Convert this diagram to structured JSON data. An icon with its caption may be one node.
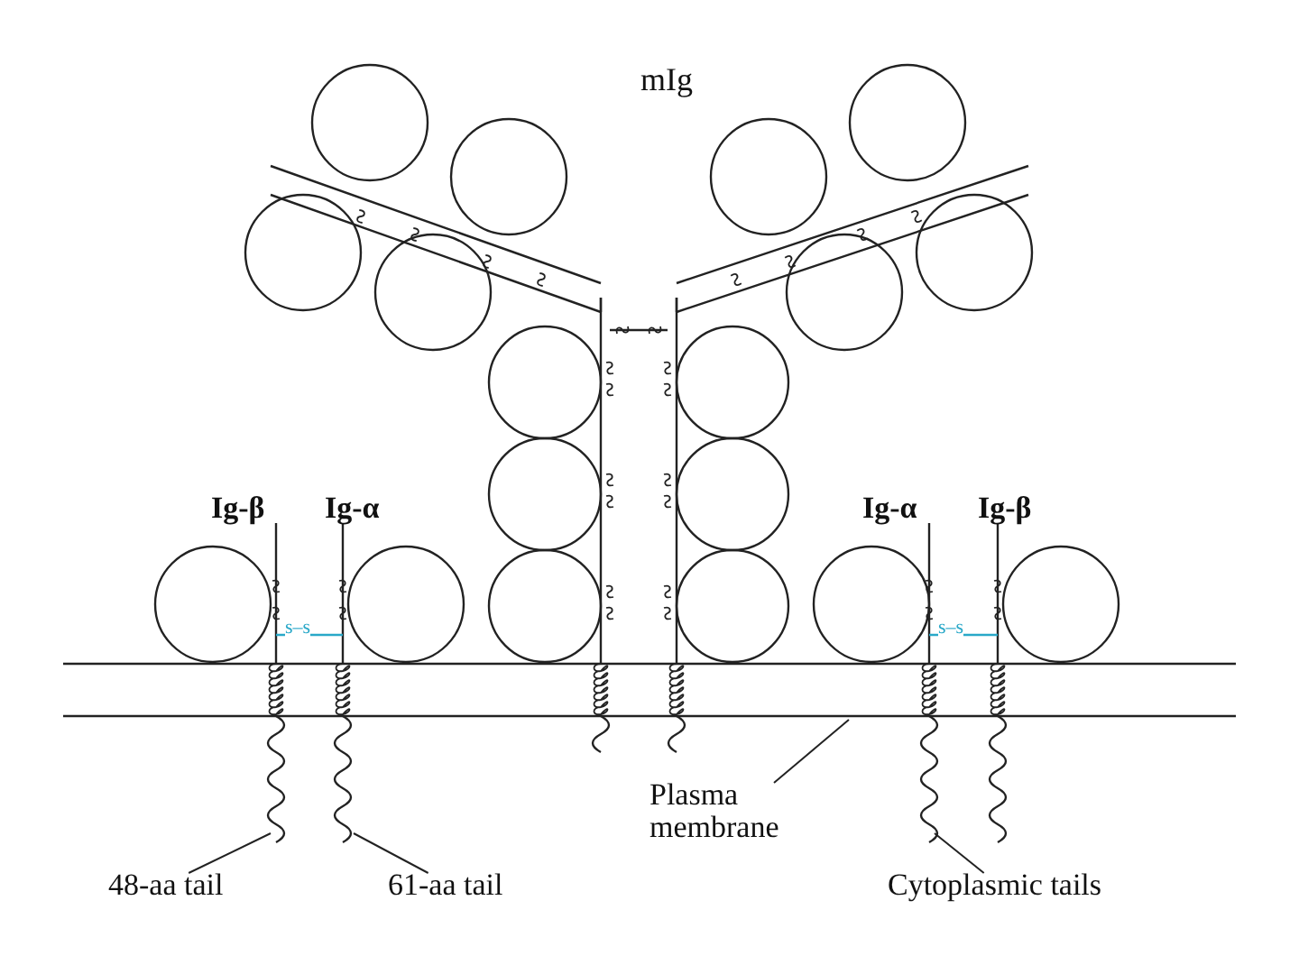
{
  "diagram": {
    "nodes": [
      {
        "text": [
          "Plasma membrane"
        ]
      },
      {
        "text": [],
        "shape": "bar"
      },
      {
        "text": [
          "48-aa tail"
        ]
      },
      {
        "text": [
          "61-aa tail"
        ]
      },
      {
        "text": [
          "Cytoplasmic tails"
        ]
      }
    ],
    "edges": [
      {
        "from": 0,
        "to": 1,
        "arrow": "none"
      },
      {
        "from": 2,
        "to": null,
        "arrow": "none"
      },
      {
        "from": 3,
        "to": null,
        "arrow": "none"
      },
      {
        "from": 4,
        "to": null,
        "arrow": "none"
      }
    ],
    "labels": [
      "mIg",
      "Ig-β",
      "Ig-α",
      "Ig-α",
      "Ig-β",
      "s–s",
      "s–s"
    ]
  }
}
